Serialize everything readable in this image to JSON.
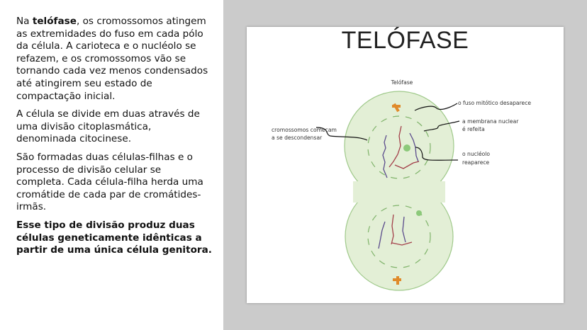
{
  "text": {
    "p1_prefix": "Na ",
    "p1_bold": "telófase",
    "p1_rest": ", os cromossomos atingem",
    "p1_lines": [
      "as extremidades do fuso em cada pólo",
      "da célula. A carioteca e o nucléolo se",
      "refazem, e os cromossomos vão se",
      "tornando cada vez menos condensados",
      "até atingirem seu estado de",
      "compactação inicial."
    ],
    "p2_lines": [
      "A célula se divide em duas através de",
      "uma divisão citoplasmática,",
      "denominada citocinese."
    ],
    "p3_lines": [
      "São formadas duas células-filhas e o",
      "processo de divisão celular se",
      "completa. Cada célula-filha herda uma",
      "cromátide de cada par de cromátides-",
      "irmãs."
    ],
    "p4_lines": [
      "Esse tipo de divisão produz duas",
      "células geneticamente idênticas a",
      "partir de uma única célula genitora."
    ]
  },
  "slide": {
    "title": "TELÓFASE",
    "diagram": {
      "caption": "Telófase",
      "labels": {
        "spindle": "o fuso mitótico desaparece",
        "membrane1": "a membrana nuclear",
        "membrane2": "é refeita",
        "chrom1": "cromossomos começam",
        "chrom2": "a se descondensar",
        "nucleolus1": "o nucléolo",
        "nucleolus2": "reaparece"
      },
      "colors": {
        "cell": "#e3efd6",
        "cell_border": "#9fc98a",
        "centriole": "#e08a2a",
        "chromosome_a": "#5a4b8c",
        "chromosome_b": "#a3404a",
        "nucleolus": "#8cc97a"
      }
    }
  }
}
